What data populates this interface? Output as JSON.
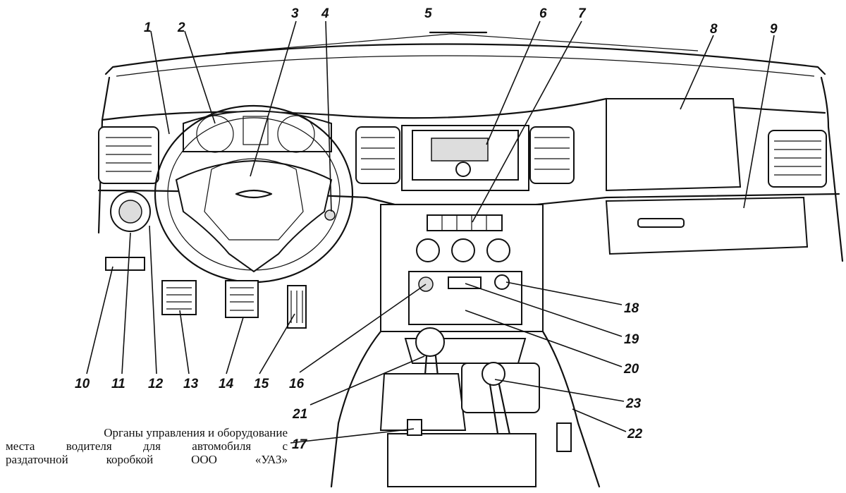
{
  "callouts": {
    "n1": "1",
    "n2": "2",
    "n3": "3",
    "n4": "4",
    "n5": "5",
    "n6": "6",
    "n7": "7",
    "n8": "8",
    "n9": "9",
    "n10": "10",
    "n11": "11",
    "n12": "12",
    "n13": "13",
    "n14": "14",
    "n15": "15",
    "n16": "16",
    "n17": "17",
    "n18": "18",
    "n19": "19",
    "n20": "20",
    "n21": "21",
    "n22": "22",
    "n23": "23"
  },
  "caption": {
    "line1": "Органы управления и оборудование",
    "line2": "места водителя для автомобиля с",
    "line3": "раздаточной коробкой ООО «УАЗ»"
  }
}
